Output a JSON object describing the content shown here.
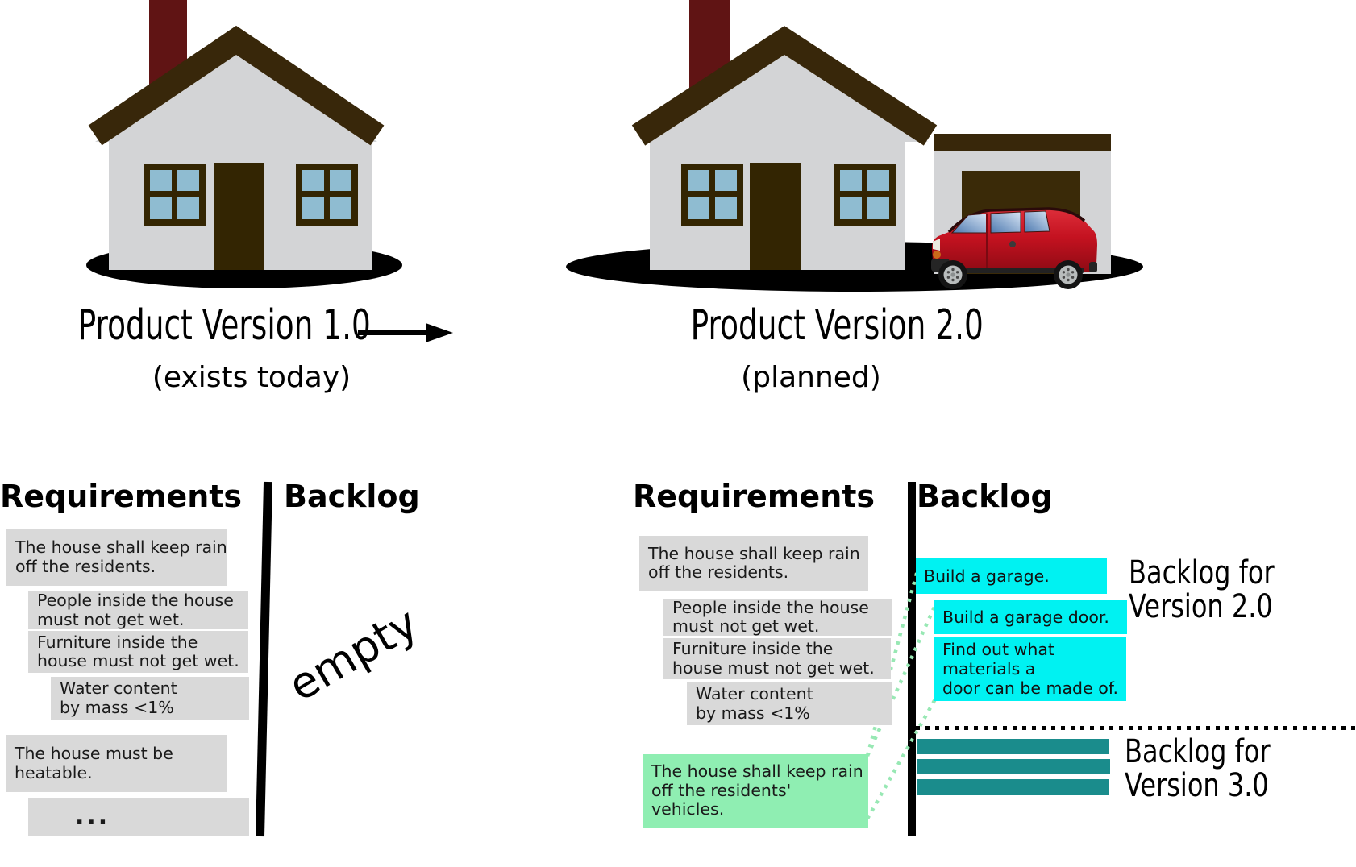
{
  "v1": {
    "title": "Product Version 1.0",
    "subtitle": "(exists today)",
    "requirements_heading": "Requirements",
    "backlog_heading": "Backlog",
    "requirements": [
      {
        "text": "The house shall keep rain\noff the residents."
      },
      {
        "text": "People inside the house\nmust not get wet."
      },
      {
        "text": "Furniture inside the\nhouse must not get wet."
      },
      {
        "text": "Water content\nby mass <1%"
      },
      {
        "text": "The house must be\nheatable."
      },
      {
        "text": "..."
      }
    ],
    "backlog_empty_label": "empty"
  },
  "v2": {
    "title": "Product Version 2.0",
    "subtitle": "(planned)",
    "requirements_heading": "Requirements",
    "backlog_heading": "Backlog",
    "requirements": [
      {
        "text": "The house shall keep rain\noff the residents."
      },
      {
        "text": "People inside the house\nmust not get wet."
      },
      {
        "text": "Furniture inside the\nhouse must not get wet."
      },
      {
        "text": "Water content\nby mass <1%"
      }
    ],
    "new_requirement": {
      "text": "The house shall keep rain\noff the residents' vehicles."
    },
    "backlog_items": [
      {
        "text": "Build a garage."
      },
      {
        "text": "Build a garage door."
      },
      {
        "text": "Find out what materials a\ndoor can be made of."
      }
    ],
    "backlog_v2_label": "Backlog for\nVersion 2.0",
    "backlog_v3_label": "Backlog for\nVersion 3.0"
  },
  "colors": {
    "requirement_box_gray": "#d9d9d9",
    "backlog_item_cyan": "#00f2f2",
    "new_requirement_green": "#8feeb2",
    "future_bar_teal": "#1a8c8c",
    "connector_dotted_green": "#98e8b4",
    "house_wall_gray": "#d3d4d6",
    "roof_brown": "#38270a",
    "chimney_red": "#601414",
    "window_blue": "#8fbcd1",
    "car_red": "#c41220"
  }
}
